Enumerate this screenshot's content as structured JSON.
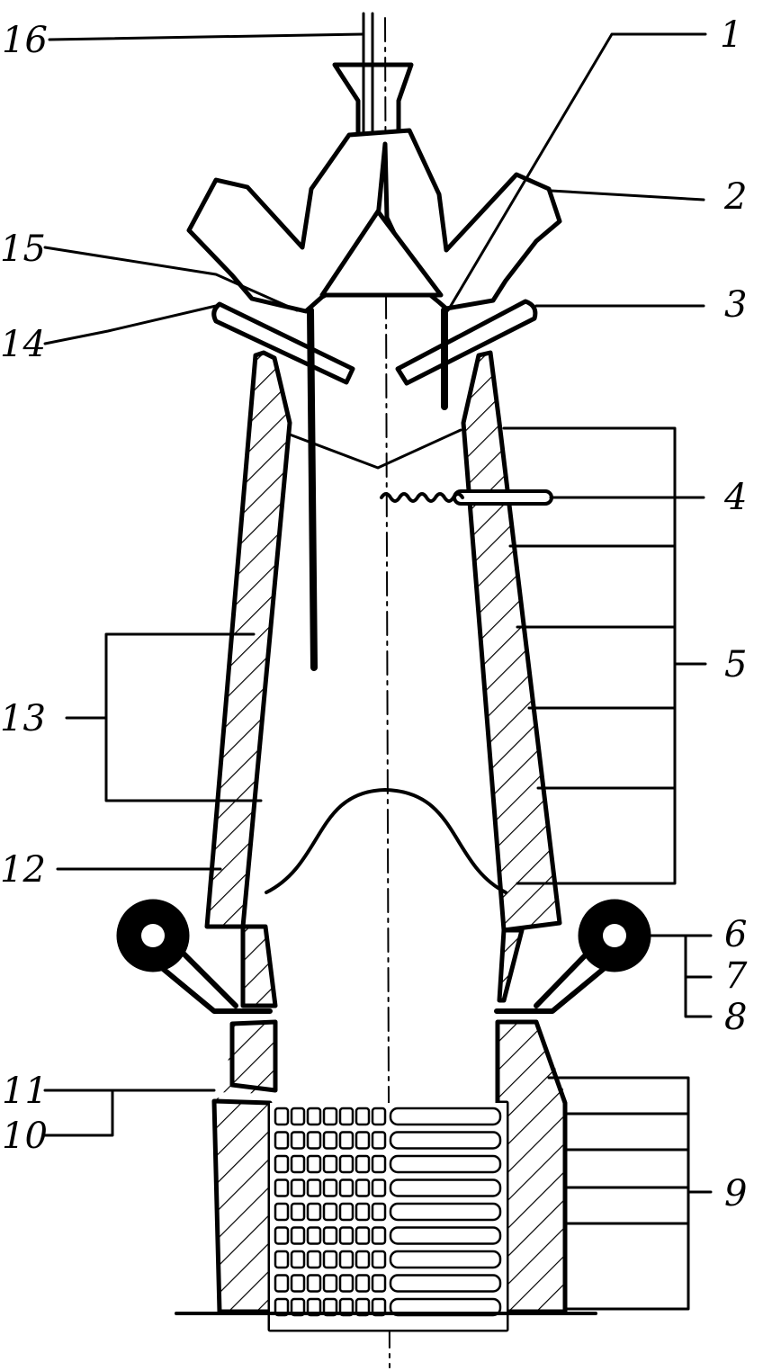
{
  "labels": {
    "l1": "1",
    "l2": "2",
    "l3": "3",
    "l4": "4",
    "l5": "5",
    "l6": "6",
    "l7": "7",
    "l8": "8",
    "l9": "9",
    "l10": "10",
    "l11": "11",
    "l12": "12",
    "l13": "13",
    "l14": "14",
    "l15": "15",
    "l16": "16"
  },
  "colors": {
    "ink": "#000000",
    "paper": "#ffffff"
  }
}
